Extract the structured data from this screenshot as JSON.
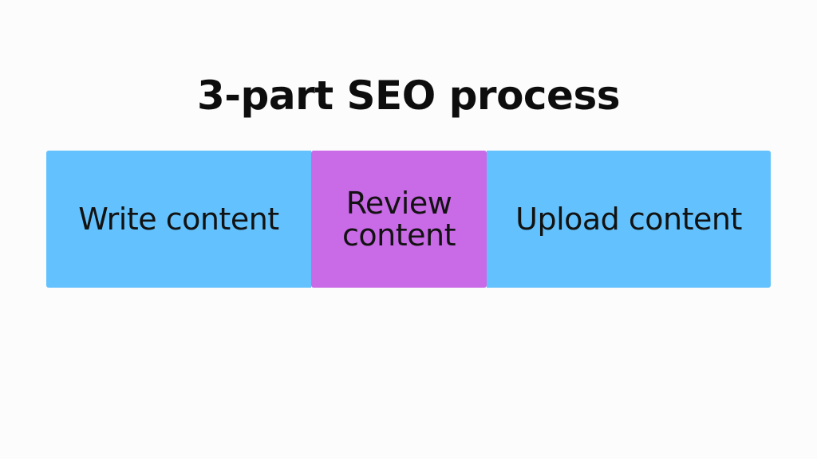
{
  "title": "3-part SEO process",
  "colors": {
    "background": "#fcfcfc",
    "step_default": "#63c2fd",
    "step_highlight": "#c96ae6",
    "text": "#111111"
  },
  "steps": [
    {
      "label": "Write content",
      "color": "#63c2fd"
    },
    {
      "label": "Review content",
      "color": "#c96ae6"
    },
    {
      "label": "Upload content",
      "color": "#63c2fd"
    }
  ]
}
